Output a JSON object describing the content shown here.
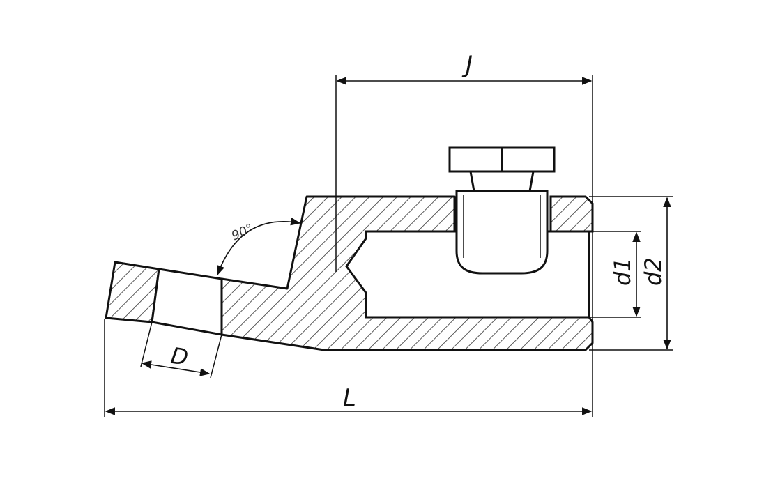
{
  "labels": {
    "length": "L",
    "offset": "J",
    "hole": "D",
    "inner_diameter": "d1",
    "outer_diameter": "d2",
    "angle": "90°"
  },
  "colors": {
    "stroke": "#111111",
    "hatch": "#333333",
    "background": "#ffffff"
  }
}
